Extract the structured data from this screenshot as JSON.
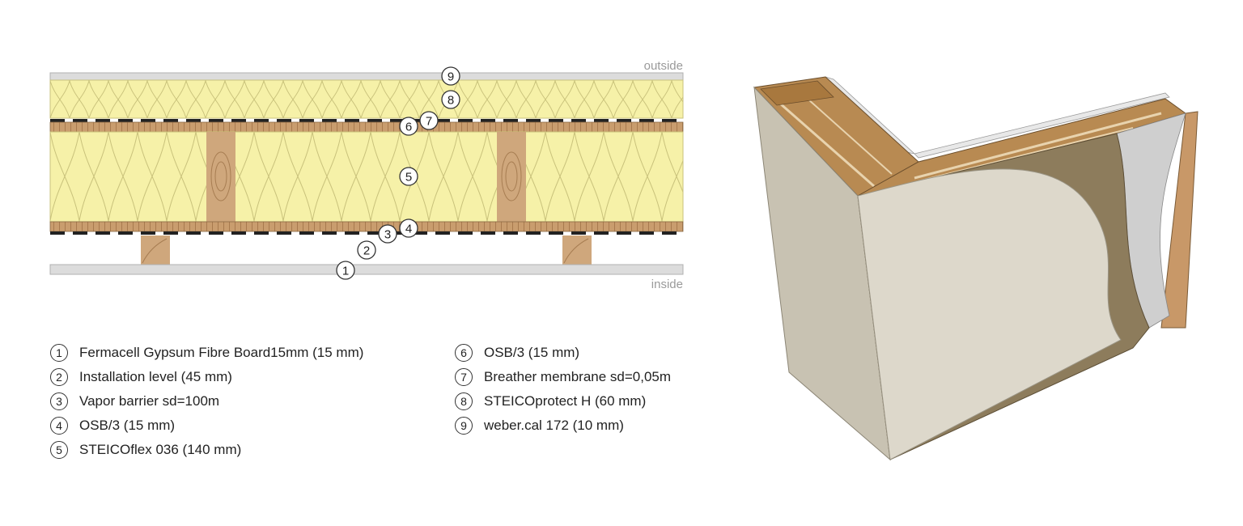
{
  "diagram": {
    "outside_label": "outside",
    "inside_label": "inside"
  },
  "layers": [
    {
      "num": "1",
      "label": "Fermacell Gypsum Fibre Board15mm (15 mm)"
    },
    {
      "num": "2",
      "label": "Installation level (45 mm)"
    },
    {
      "num": "3",
      "label": "Vapor barrier sd=100m"
    },
    {
      "num": "4",
      "label": "OSB/3 (15 mm)"
    },
    {
      "num": "5",
      "label": "STEICOflex 036 (140 mm)"
    },
    {
      "num": "6",
      "label": "OSB/3 (15 mm)"
    },
    {
      "num": "7",
      "label": "Breather membrane sd=0,05m"
    },
    {
      "num": "8",
      "label": "STEICOprotect H (60 mm)"
    },
    {
      "num": "9",
      "label": "weber.cal 172 (10 mm)"
    }
  ],
  "colors": {
    "insulation": "#f5f0a6",
    "insulation_line": "#c8c27a",
    "osb": "#c89a6a",
    "wood": "#cfa77c",
    "board": "#dcdcdc",
    "plaster": "#d8d3c8",
    "fibre": "#8a7a5c"
  }
}
